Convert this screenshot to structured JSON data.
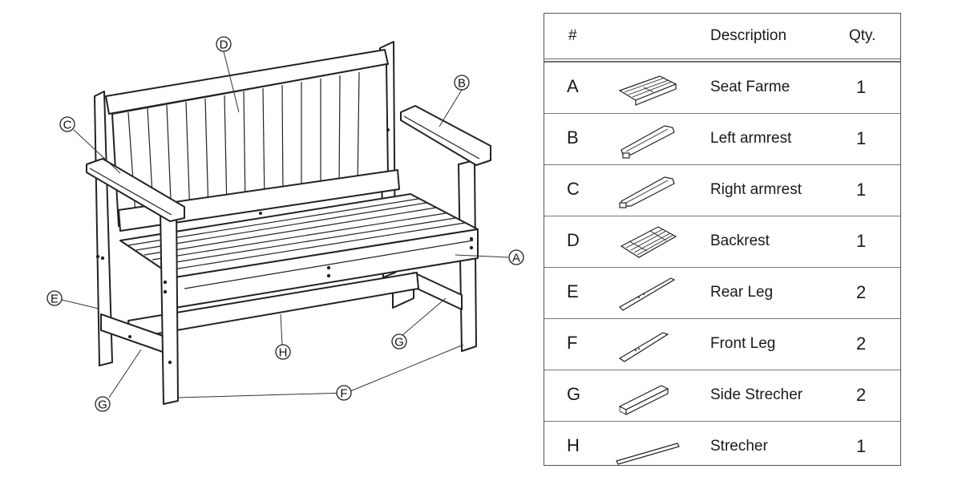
{
  "table": {
    "headers": {
      "number": "#",
      "description": "Description",
      "qty": "Qty."
    },
    "rows": [
      {
        "code": "A",
        "description": "Seat Farme",
        "qty": "1",
        "icon": "seat-frame-icon"
      },
      {
        "code": "B",
        "description": "Left armrest",
        "qty": "1",
        "icon": "left-armrest-icon"
      },
      {
        "code": "C",
        "description": "Right armrest",
        "qty": "1",
        "icon": "right-armrest-icon"
      },
      {
        "code": "D",
        "description": "Backrest",
        "qty": "1",
        "icon": "backrest-icon"
      },
      {
        "code": "E",
        "description": "Rear Leg",
        "qty": "2",
        "icon": "rear-leg-icon"
      },
      {
        "code": "F",
        "description": "Front Leg",
        "qty": "2",
        "icon": "front-leg-icon"
      },
      {
        "code": "G",
        "description": "Side Strecher",
        "qty": "2",
        "icon": "side-stretcher-icon"
      },
      {
        "code": "H",
        "description": "Strecher",
        "qty": "1",
        "icon": "stretcher-icon"
      }
    ]
  },
  "callouts": {
    "A": "A",
    "B": "B",
    "C": "C",
    "D": "D",
    "E": "E",
    "F": "F",
    "G1": "G",
    "G2": "G",
    "H": "H"
  }
}
